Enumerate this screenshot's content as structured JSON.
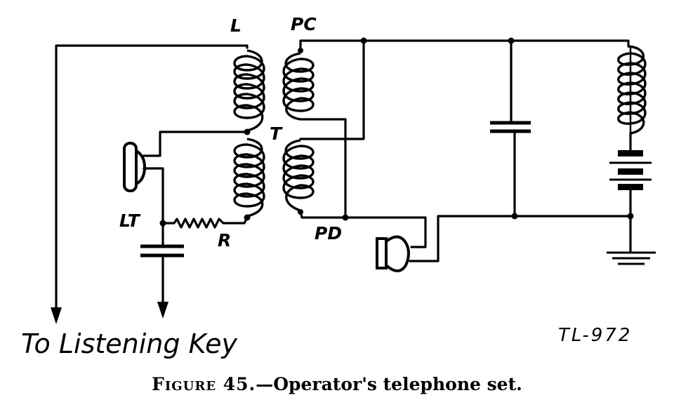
{
  "labels": {
    "L": "L",
    "PC": "PC",
    "T": "T",
    "LT": "LT",
    "R": "R",
    "PD": "PD"
  },
  "bottom_text": {
    "listening_key": "To Listening Key",
    "drawing_id": "TL-972"
  },
  "caption": {
    "figure": "Figure 45.",
    "title": "—Operator's telephone set."
  }
}
